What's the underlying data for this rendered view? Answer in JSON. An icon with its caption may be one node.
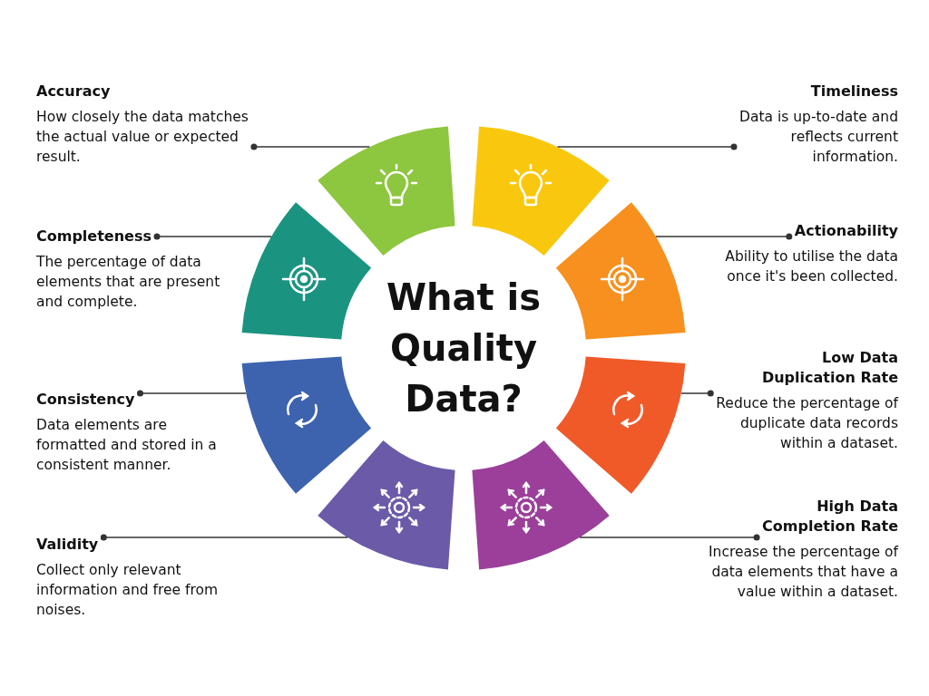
{
  "diagram": {
    "nodes": [
      {
        "text": [
          "What is Quality Data?"
        ]
      },
      {
        "text": [
          "Accuracy",
          "How closely the data matches the actual value or expected result."
        ]
      },
      {
        "text": [
          "Timeliness",
          "Data is up-to-date and reflects current information."
        ]
      },
      {
        "text": [
          "Completeness",
          "The percentage of data elements that are present and complete."
        ]
      },
      {
        "text": [
          "Actionability",
          "Ability to utilise the data once it's been collected."
        ]
      },
      {
        "text": [
          "Consistency",
          "Data elements are formatted and stored in a consistent manner."
        ]
      },
      {
        "text": [
          "Low Data Duplication Rate",
          "Reduce the percentage of duplicate data records within a dataset."
        ]
      },
      {
        "text": [
          "Validity",
          "Collect only relevant information and free from noises."
        ]
      },
      {
        "text": [
          "High Data Completion Rate",
          "Increase the percentage of data elements that have a value within a dataset."
        ]
      },
      {
        "text": [],
        "shape": "sector"
      },
      {
        "text": [],
        "shape": "sector"
      },
      {
        "text": [],
        "shape": "sector"
      },
      {
        "text": [],
        "shape": "sector"
      },
      {
        "text": [],
        "shape": "sector"
      },
      {
        "text": [],
        "shape": "sector"
      },
      {
        "text": [],
        "shape": "sector"
      },
      {
        "text": [],
        "shape": "sector"
      }
    ],
    "edges": [
      {
        "from": 1,
        "to": 9,
        "arrow": "other"
      },
      {
        "from": 2,
        "to": 10,
        "arrow": "other"
      },
      {
        "from": 3,
        "to": 11,
        "arrow": "other"
      },
      {
        "from": 4,
        "to": 12,
        "arrow": "other"
      },
      {
        "from": 5,
        "to": 13,
        "arrow": "other"
      },
      {
        "from": 6,
        "to": 14,
        "arrow": "other"
      },
      {
        "from": 7,
        "to": 15,
        "arrow": "other"
      },
      {
        "from": 8,
        "to": 16,
        "arrow": "other"
      }
    ]
  }
}
